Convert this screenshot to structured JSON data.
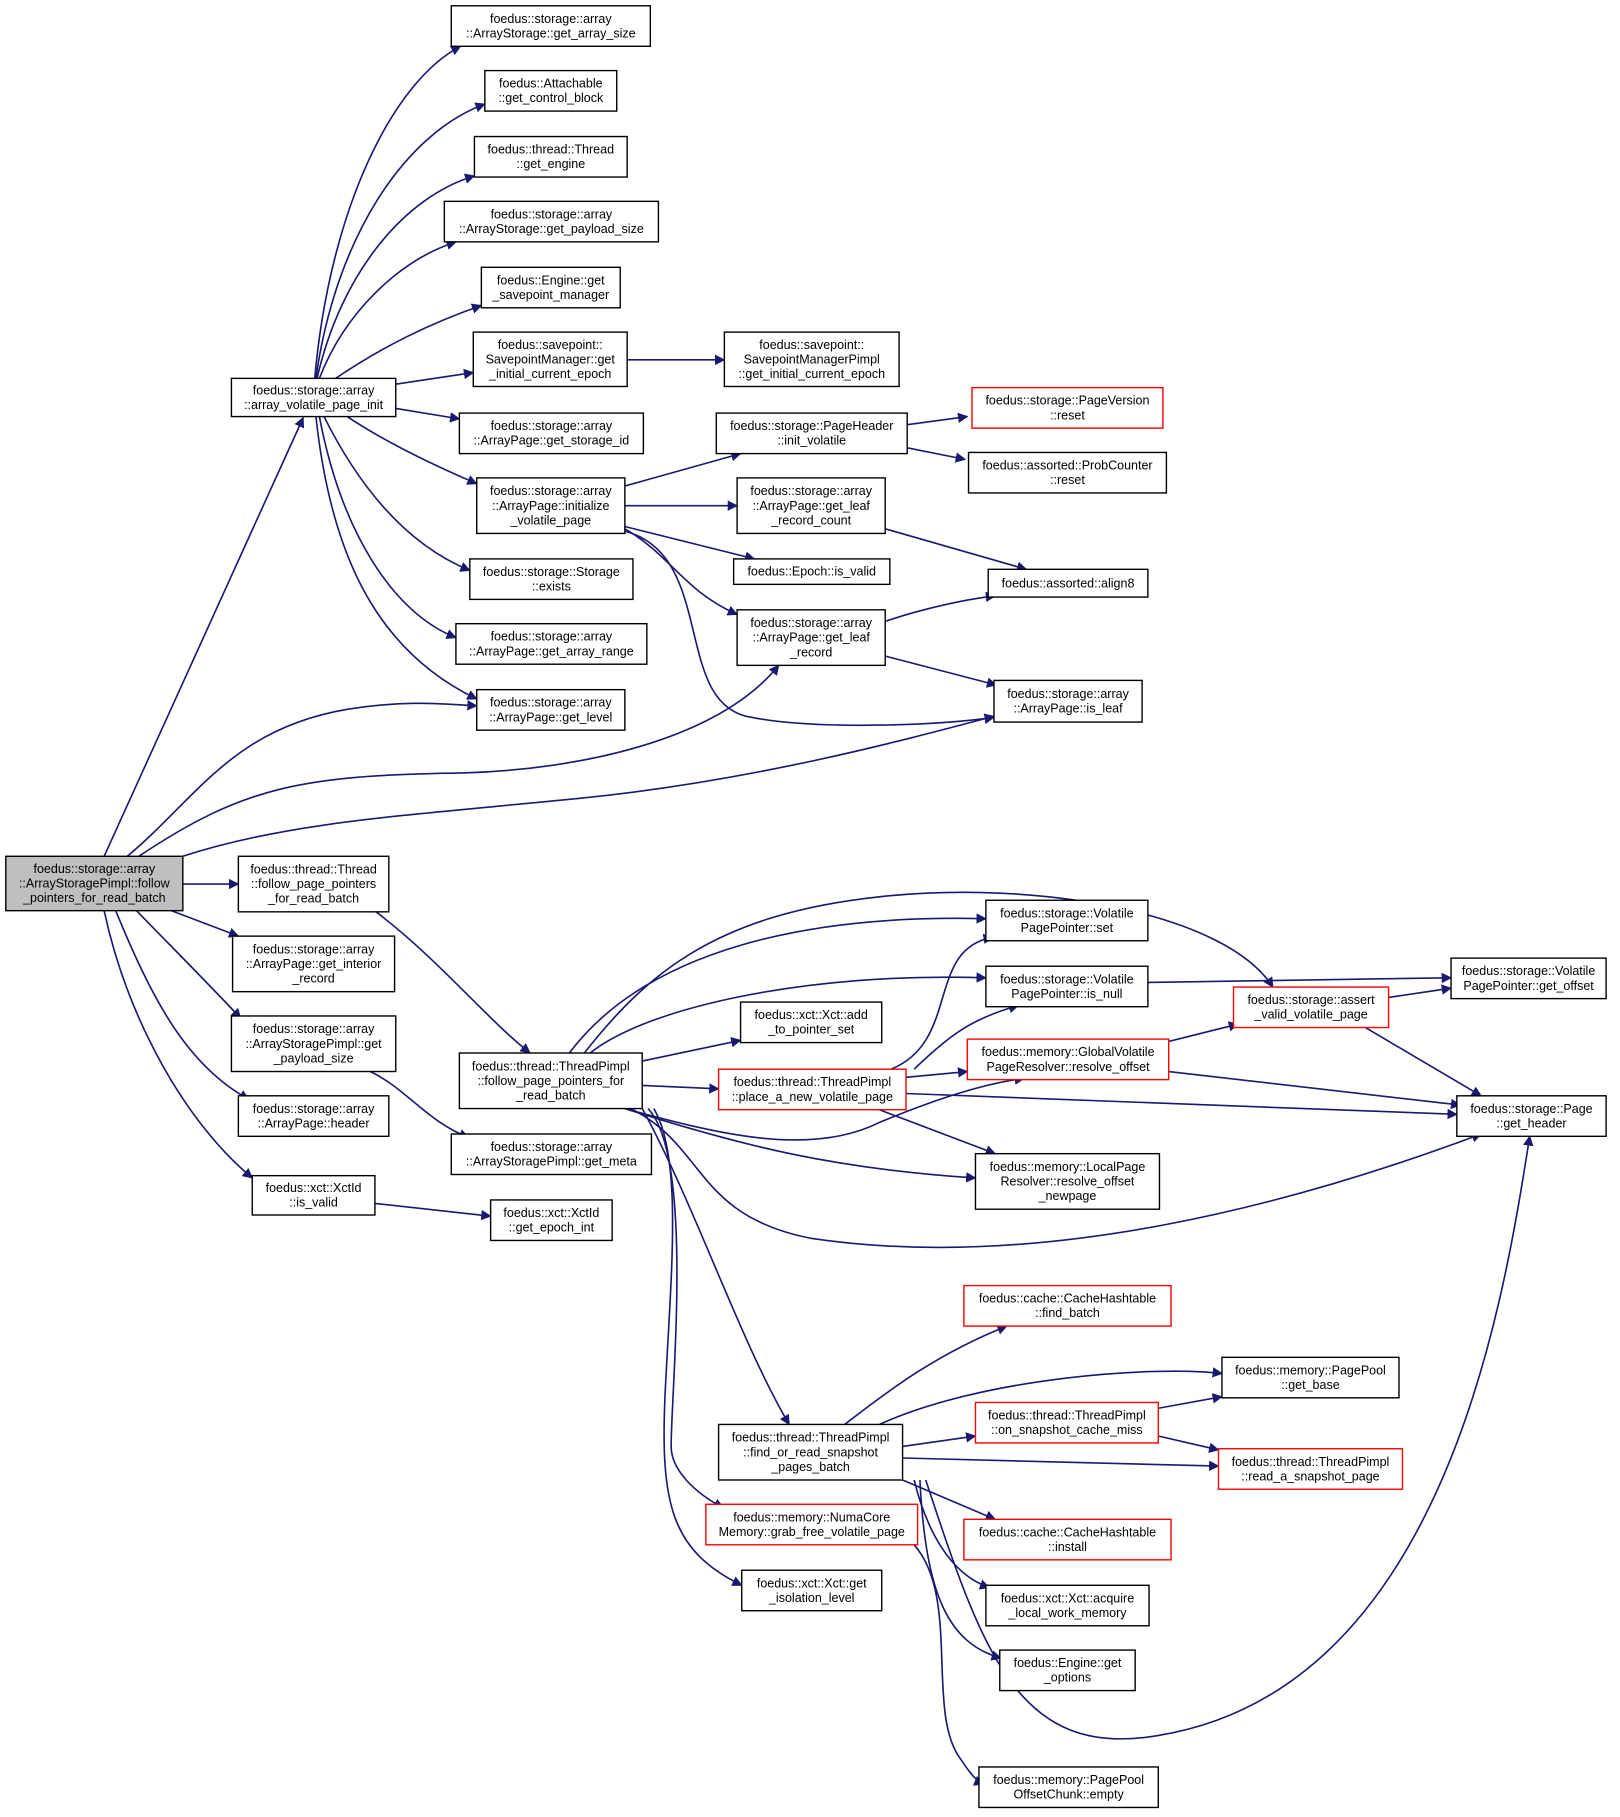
{
  "graph": {
    "colors": {
      "edge": "#191970",
      "node_border": "#000000",
      "truncated_border": "#ff0000",
      "root_fill": "#bfbfbf"
    },
    "nodes": [
      {
        "id": "root",
        "lines": [
          "foedus::storage::array",
          "::ArrayStoragePimpl::follow",
          "_pointers_for_read_batch"
        ],
        "root": true
      },
      {
        "id": "avpi",
        "lines": [
          "foedus::storage::array",
          "::array_volatile_page_init"
        ]
      },
      {
        "id": "gas",
        "lines": [
          "foedus::storage::array",
          "::ArrayStorage::get_array_size"
        ]
      },
      {
        "id": "gcb",
        "lines": [
          "foedus::Attachable",
          "::get_control_block"
        ]
      },
      {
        "id": "ge",
        "lines": [
          "foedus::thread::Thread",
          "::get_engine"
        ]
      },
      {
        "id": "gps",
        "lines": [
          "foedus::storage::array",
          "::ArrayStorage::get_payload_size"
        ]
      },
      {
        "id": "gsm",
        "lines": [
          "foedus::Engine::get",
          "_savepoint_manager"
        ]
      },
      {
        "id": "smgice",
        "lines": [
          "foedus::savepoint::",
          "SavepointManager::get",
          "_initial_current_epoch"
        ]
      },
      {
        "id": "smpgice",
        "lines": [
          "foedus::savepoint::",
          "SavepointManagerPimpl",
          "::get_initial_current_epoch"
        ]
      },
      {
        "id": "gsid",
        "lines": [
          "foedus::storage::array",
          "::ArrayPage::get_storage_id"
        ]
      },
      {
        "id": "phiv",
        "lines": [
          "foedus::storage::PageHeader",
          "::init_volatile"
        ]
      },
      {
        "id": "pvr",
        "lines": [
          "foedus::storage::PageVersion",
          "::reset"
        ],
        "red": true
      },
      {
        "id": "pcr",
        "lines": [
          "foedus::assorted::ProbCounter",
          "::reset"
        ]
      },
      {
        "id": "apiv",
        "lines": [
          "foedus::storage::array",
          "::ArrayPage::initialize",
          "_volatile_page"
        ]
      },
      {
        "id": "glrc",
        "lines": [
          "foedus::storage::array",
          "::ArrayPage::get_leaf",
          "_record_count"
        ]
      },
      {
        "id": "eiv",
        "lines": [
          "foedus::Epoch::is_valid"
        ]
      },
      {
        "id": "al8",
        "lines": [
          "foedus::assorted::align8"
        ]
      },
      {
        "id": "sex",
        "lines": [
          "foedus::storage::Storage",
          "::exists"
        ]
      },
      {
        "id": "glr",
        "lines": [
          "foedus::storage::array",
          "::ArrayPage::get_leaf",
          "_record"
        ]
      },
      {
        "id": "gar",
        "lines": [
          "foedus::storage::array",
          "::ArrayPage::get_array_range"
        ]
      },
      {
        "id": "isl",
        "lines": [
          "foedus::storage::array",
          "::ArrayPage::is_leaf"
        ]
      },
      {
        "id": "gl",
        "lines": [
          "foedus::storage::array",
          "::ArrayPage::get_level"
        ]
      },
      {
        "id": "tfpp",
        "lines": [
          "foedus::thread::Thread",
          "::follow_page_pointers",
          "_for_read_batch"
        ]
      },
      {
        "id": "gir",
        "lines": [
          "foedus::storage::array",
          "::ArrayPage::get_interior",
          "_record"
        ]
      },
      {
        "id": "aspgps",
        "lines": [
          "foedus::storage::array",
          "::ArrayStoragePimpl::get",
          "_payload_size"
        ]
      },
      {
        "id": "aph",
        "lines": [
          "foedus::storage::array",
          "::ArrayPage::header"
        ]
      },
      {
        "id": "xiv",
        "lines": [
          "foedus::xct::XctId",
          "::is_valid"
        ]
      },
      {
        "id": "gei",
        "lines": [
          "foedus::xct::XctId",
          "::get_epoch_int"
        ]
      },
      {
        "id": "tpfpp",
        "lines": [
          "foedus::thread::ThreadPimpl",
          "::follow_page_pointers_for",
          "_read_batch"
        ]
      },
      {
        "id": "gmeta",
        "lines": [
          "foedus::storage::array",
          "::ArrayStoragePimpl::get_meta"
        ]
      },
      {
        "id": "xatps",
        "lines": [
          "foedus::xct::Xct::add",
          "_to_pointer_set"
        ]
      },
      {
        "id": "panvp",
        "lines": [
          "foedus::thread::ThreadPimpl",
          "::place_a_new_volatile_page"
        ],
        "red": true
      },
      {
        "id": "vpps",
        "lines": [
          "foedus::storage::Volatile",
          "PagePointer::set"
        ]
      },
      {
        "id": "vppin",
        "lines": [
          "foedus::storage::Volatile",
          "PagePointer::is_null"
        ]
      },
      {
        "id": "gvpr",
        "lines": [
          "foedus::memory::GlobalVolatile",
          "PageResolver::resolve_offset"
        ],
        "red": true
      },
      {
        "id": "lpr",
        "lines": [
          "foedus::memory::LocalPage",
          "Resolver::resolve_offset",
          "_newpage"
        ]
      },
      {
        "id": "savp",
        "lines": [
          "foedus::storage::assert",
          "_valid_volatile_page"
        ],
        "red": true
      },
      {
        "id": "vppgo",
        "lines": [
          "foedus::storage::Volatile",
          "PagePointer::get_offset"
        ]
      },
      {
        "id": "pgh",
        "lines": [
          "foedus::storage::Page",
          "::get_header"
        ]
      },
      {
        "id": "chfb",
        "lines": [
          "foedus::cache::CacheHashtable",
          "::find_batch"
        ],
        "red": true
      },
      {
        "id": "ppgb",
        "lines": [
          "foedus::memory::PagePool",
          "::get_base"
        ]
      },
      {
        "id": "tposcm",
        "lines": [
          "foedus::thread::ThreadPimpl",
          "::on_snapshot_cache_miss"
        ],
        "red": true
      },
      {
        "id": "tforsp",
        "lines": [
          "foedus::thread::ThreadPimpl",
          "::find_or_read_snapshot",
          "_pages_batch"
        ]
      },
      {
        "id": "trasp",
        "lines": [
          "foedus::thread::ThreadPimpl",
          "::read_a_snapshot_page"
        ],
        "red": true
      },
      {
        "id": "ncmg",
        "lines": [
          "foedus::memory::NumaCore",
          "Memory::grab_free_volatile_page"
        ],
        "red": true
      },
      {
        "id": "chi",
        "lines": [
          "foedus::cache::CacheHashtable",
          "::install"
        ],
        "red": true
      },
      {
        "id": "xgil",
        "lines": [
          "foedus::xct::Xct::get",
          "_isolation_level"
        ]
      },
      {
        "id": "xalwm",
        "lines": [
          "foedus::xct::Xct::acquire",
          "_local_work_memory"
        ]
      },
      {
        "id": "ego",
        "lines": [
          "foedus::Engine::get",
          "_options"
        ]
      },
      {
        "id": "ppoce",
        "lines": [
          "foedus::memory::PagePool",
          "OffsetChunk::empty"
        ]
      }
    ]
  }
}
